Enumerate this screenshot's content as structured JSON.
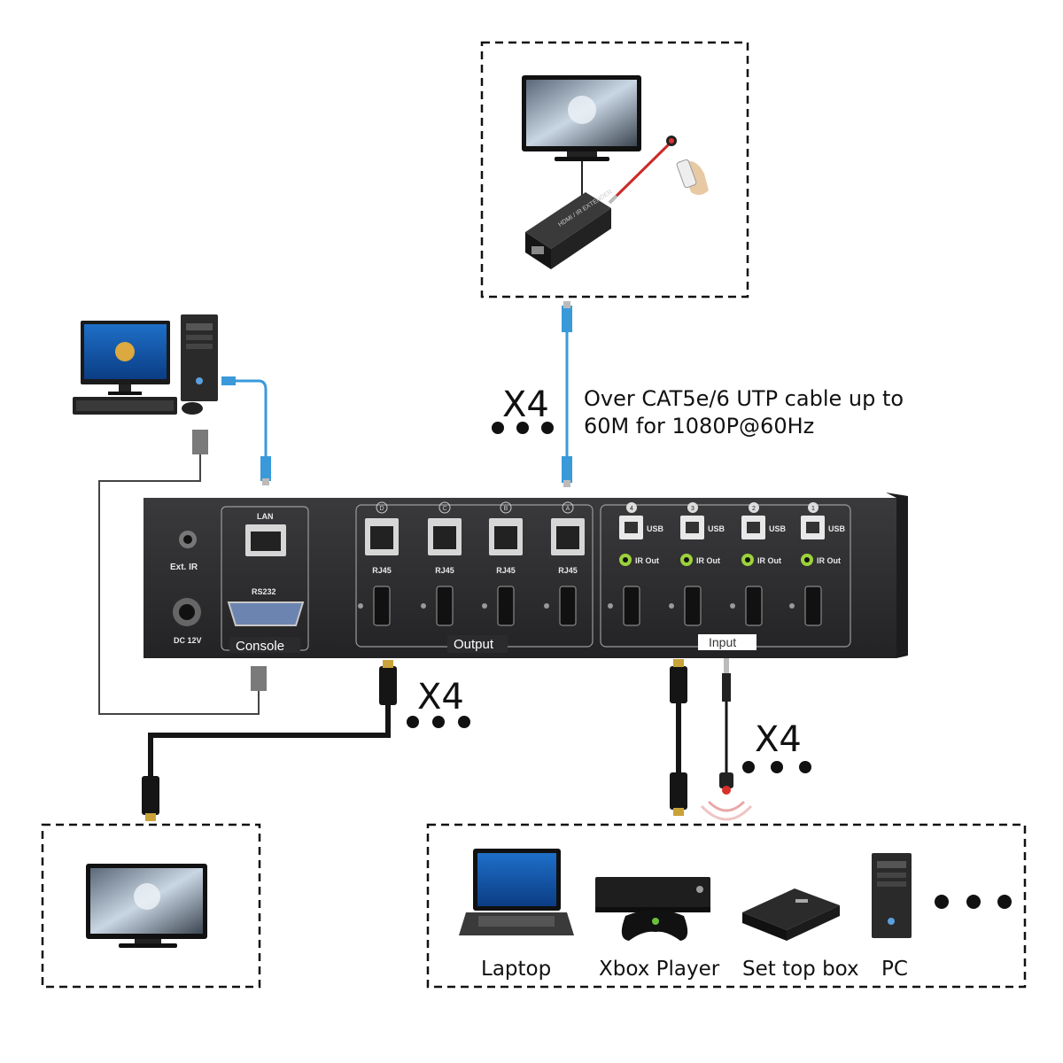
{
  "panel": {
    "ext_ir_label": "Ext. IR",
    "dc_label": "DC 12V",
    "lan_label": "LAN",
    "rs232_label": "RS232",
    "console_label": "Console",
    "output_label": "Output",
    "input_label": "Input",
    "output_ports": [
      {
        "letter": "D",
        "rj45": "RJ45"
      },
      {
        "letter": "C",
        "rj45": "RJ45"
      },
      {
        "letter": "B",
        "rj45": "RJ45"
      },
      {
        "letter": "A",
        "rj45": "RJ45"
      }
    ],
    "input_ports": [
      {
        "number": "4",
        "usb": "USB",
        "ir": "IR Out"
      },
      {
        "number": "3",
        "usb": "USB",
        "ir": "IR Out"
      },
      {
        "number": "2",
        "usb": "USB",
        "ir": "IR Out"
      },
      {
        "number": "1",
        "usb": "USB",
        "ir": "IR Out"
      }
    ]
  },
  "multipliers": {
    "cat_link": "X4",
    "hdmi_out": "X4",
    "ir_in": "X4"
  },
  "cable_note": {
    "line1": "Over CAT5e/6 UTP cable up to",
    "line2": "60M for 1080P@60Hz"
  },
  "sources": [
    "Laptop",
    "Xbox Player",
    "Set top box",
    "PC"
  ],
  "colors": {
    "panel": "#2b2b2d",
    "cat_cable": "#3a9ad9",
    "hdmi_cable": "#151515",
    "ir_emitter": "#d9302a"
  }
}
